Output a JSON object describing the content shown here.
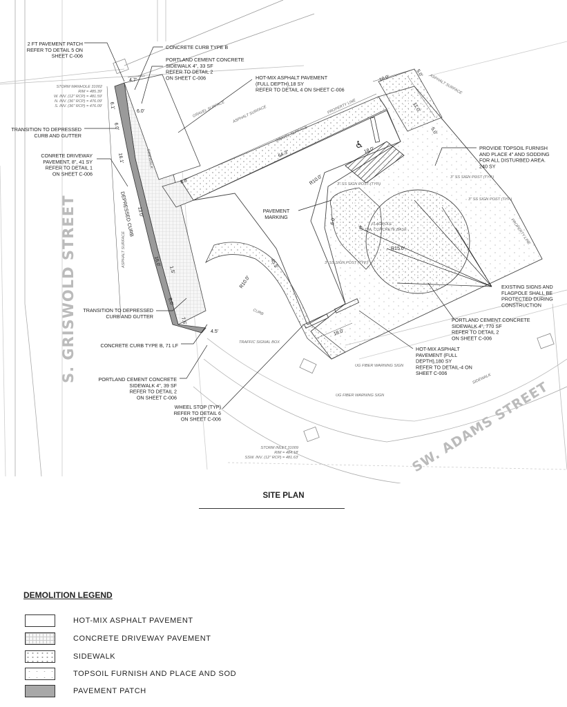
{
  "streets": {
    "griswold": "S. GRISWOLD STREET",
    "adams": "SW. ADAMS STREET"
  },
  "callouts": {
    "pavement_patch": [
      "2 FT PAVEMENT PATCH",
      "REFER TO DETAIL 5 ON",
      "SHEET C-006"
    ],
    "curb_type_b": [
      "CONCRETE CURB TYPE B"
    ],
    "pcc_sidewalk_33": [
      "PORTLAND CEMENT CONCRETE",
      "SIDEWALK 4\", 33 SF",
      "REFER TO DETAIL 2",
      "ON SHEET C-006"
    ],
    "hma_18": [
      "HOT-MIX ASPHALT PAVEMENT",
      "(FULL DEPTH),18 SY",
      "REFER TO DETAIL 4 ON SHEET C-006"
    ],
    "transition_1": [
      "TRANSITION TO DEPRESSED",
      "CURB AND GUTTER"
    ],
    "driveway": [
      "CONRETE DRIVEWAY",
      "PAVEMENT, 8\", 41 SY",
      "REFER TO DETAIL 1",
      "ON SHEET C-006"
    ],
    "topsoil": [
      "PROVIDE TOPSOIL FURNISH",
      "AND PLACE 4\" AND SODDING",
      "FOR ALL DISTURBED AREA.",
      "240 SY"
    ],
    "pavement_marking": [
      "PAVEMENT",
      "MARKING"
    ],
    "existing_signs": [
      "EXISTING SIGNS AND",
      "FLAGPOLE SHALL BE",
      "PROTECTED DURING",
      "CONSTRUCTION"
    ],
    "transition_2": [
      "TRANSITION TO DEPRESSED",
      "CURB AND GUTTER"
    ],
    "pcc_770": [
      "PORTLAND CEMENT CONCRETE",
      "SIDEWALK 4\", 770 SF",
      "REFER TO DETAIL 2",
      "ON SHEET C-006"
    ],
    "curb_71": [
      "CONCRETE CURB TYPE B, 71 LF"
    ],
    "hma_180": [
      "HOT-MIX ASPHALT",
      "PAVEMENT (FULL",
      "DEPTH),180 SY",
      "REFER TO DETAIL-4 ON",
      "SHEET C-006"
    ],
    "pcc_39": [
      "PORTLAND CEMENT CONCRETE",
      "SIDEWALK 4\", 39 SF",
      "REFER TO DETAIL 2",
      "ON SHEET C-006"
    ],
    "wheel_stop": [
      "WHEEL STOP (TYP)",
      "REFER TO DETAIL 6",
      "ON SHEET C-006"
    ]
  },
  "manhole": [
    "STORM MANHOLE 31002",
    "RIM = 485.39'",
    "W. INV. (12\" RCP) = 481.59'",
    "N. INV. (36\" RCP) = 476.09'",
    "S. INV. (36\" RCP) = 476.09'"
  ],
  "inlet": [
    "STORM INLET 31009",
    "RIM = 484.18'",
    "SSW. INV. (12\" RCP) = 481.63'"
  ],
  "surface_labels": {
    "gravel_1": "GRAVEL SURFACE",
    "asphalt_1": "ASPHALT SURFACE",
    "gravel_2": "GRAVEL SURFACE",
    "property_line_1": "PROPERTY LINE",
    "asphalt_2": "ASPHALT SURFACE",
    "asphalt_3": "ASPHALT SURFACE",
    "property_line_2": "PROPERTY LINE",
    "sign_post_1": "3\" SS SIGN POST (TYP.)",
    "sign_post_2": "3\" SS SIGN POST (TYP.)",
    "sign_post_3": "3\" SS SIGN POST (TYP.)",
    "sign_post_4": "3\" SS SIGN POST (TYP.)",
    "flagpole": "FLAGPOLE",
    "flagpole_note": "3\" DIA. CONCRETE BASE",
    "traffic_box": "TRAFFIC SIGNAL BOX",
    "fiber_1": "UG FIBER WARNING SIGN",
    "fiber_2": "UG FIBER WARNING SIGN",
    "sidewalk": "SIDEWALK",
    "sidewalk_2": "SIDEWALK",
    "depressed_curb": "DEPRESSED CURB",
    "curb": "CURB"
  },
  "dimensions": {
    "d4_7": "4.7'",
    "d6_1": "6.1'",
    "d6_0a": "6.0'",
    "d6_0b": "6.0'",
    "d16_1": "16.1'",
    "d13_0": "13.0'",
    "d16_0": "16.0'",
    "d1_5": "1.5'",
    "d6_0c": "6.0'",
    "d7_6": "7.6'",
    "d4_5": "4.5'",
    "d8_8": "8.8'",
    "d64_3": "64.3'",
    "d10_0": "10.0'",
    "d5_0a": "5.0'",
    "d11_0": "11.0'",
    "d5_0b": "5.0'",
    "d18_0a": "18.0'",
    "r10_0a": "R10.0'",
    "d6_0d": "6.0'",
    "r15_0": "R15.0'",
    "d45_5": "45.5'",
    "r10_0b": "R10.0'",
    "d18_0b": "18.0'"
  },
  "title": "SITE PLAN",
  "legend": {
    "title": "DEMOLITION LEGEND",
    "items": [
      {
        "label": "HOT-MIX ASPHALT PAVEMENT"
      },
      {
        "label": "CONCRETE DRIVEWAY PAVEMENT"
      },
      {
        "label": "SIDEWALK"
      },
      {
        "label": "TOPSOIL FURNISH AND PLACE AND SOD"
      },
      {
        "label": "PAVEMENT PATCH"
      }
    ]
  }
}
